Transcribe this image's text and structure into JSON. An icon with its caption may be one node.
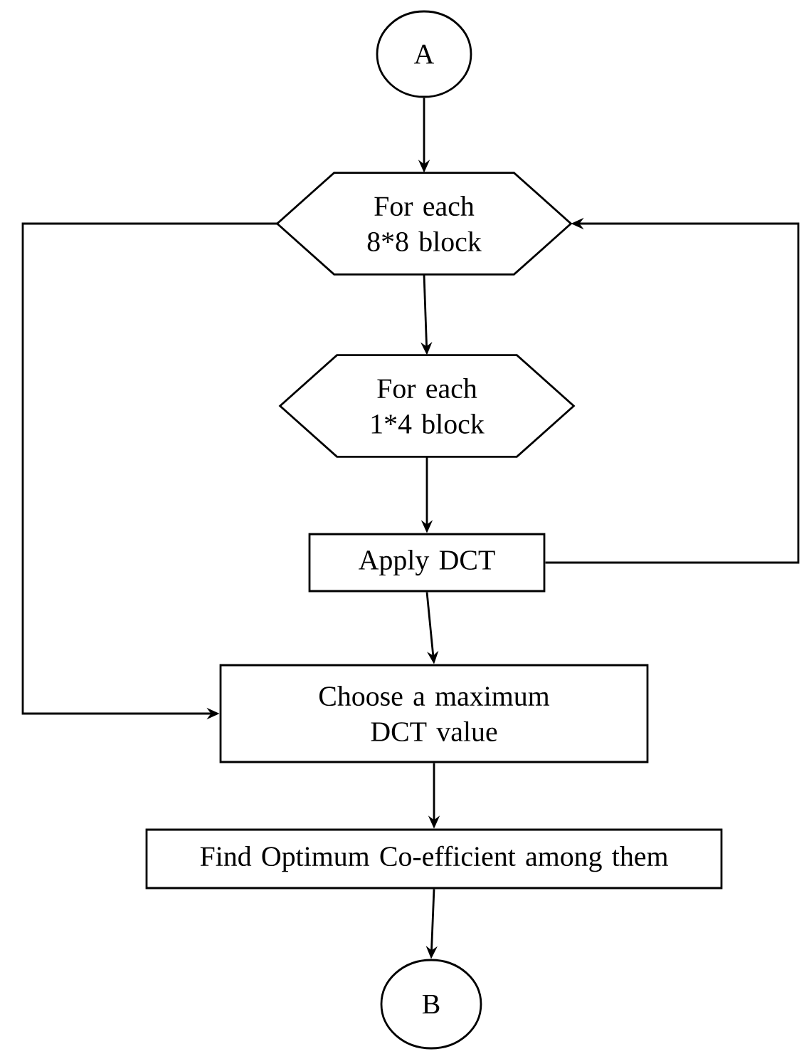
{
  "diagram": {
    "nodes": [
      {
        "text": [
          "A"
        ]
      },
      {
        "text": [
          "For each 8*8 block"
        ]
      },
      {
        "text": [
          "For each 1*4 block"
        ]
      },
      {
        "text": [
          "Apply DCT"
        ]
      },
      {
        "text": [
          "Choose a maximum DCT value"
        ]
      },
      {
        "text": [
          "Find Optimum Co-efficient among them"
        ]
      },
      {
        "text": [
          "B"
        ]
      }
    ],
    "edges": [
      {
        "from": 0,
        "to": 1,
        "arrow": "to"
      },
      {
        "from": 1,
        "to": 2,
        "arrow": "to"
      },
      {
        "from": 2,
        "to": 3,
        "arrow": "to"
      },
      {
        "from": 3,
        "to": 1,
        "arrow": "to"
      },
      {
        "from": 1,
        "to": 4,
        "arrow": "to"
      },
      {
        "from": 3,
        "to": 4,
        "arrow": "to"
      },
      {
        "from": 4,
        "to": 5,
        "arrow": "to"
      },
      {
        "from": 5,
        "to": 6,
        "arrow": "to"
      }
    ]
  }
}
